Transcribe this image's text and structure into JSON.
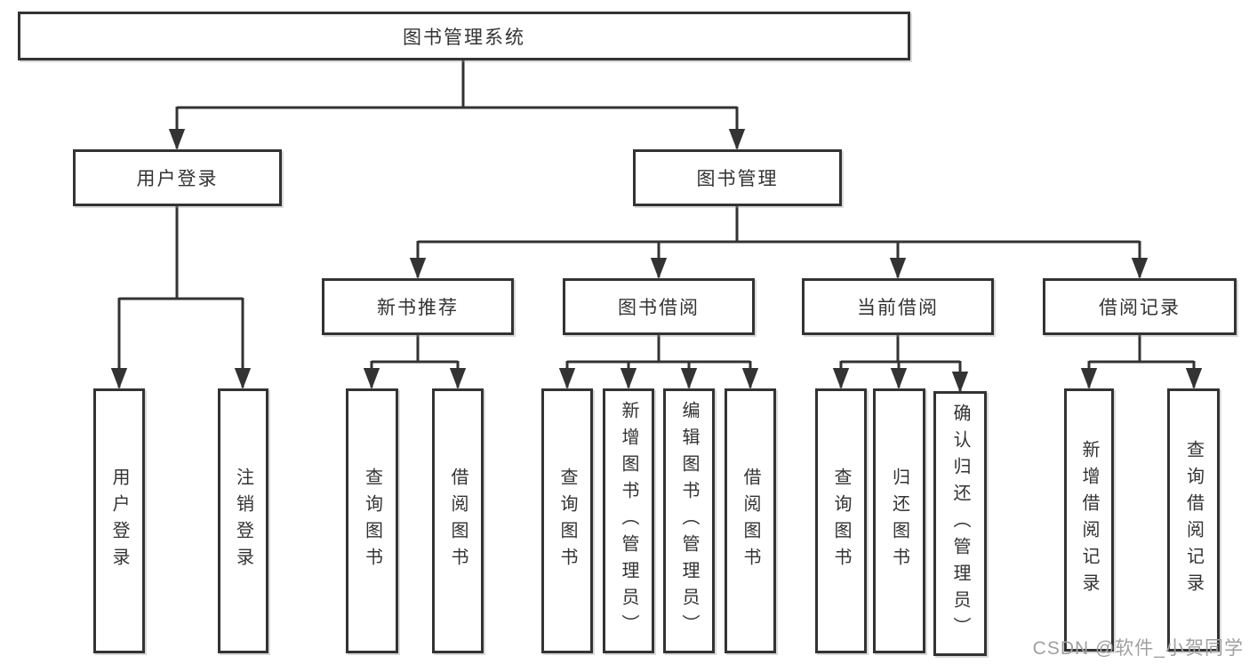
{
  "watermark": "CSDN @软件_小贺同学",
  "colors": {
    "line": "#333333",
    "text": "#333333",
    "box_background": "#ffffff",
    "watermark": "#a0a0a0",
    "background": "#ffffff"
  },
  "tree": {
    "label": "图书管理系统",
    "children": [
      {
        "label": "用户登录",
        "children": [
          {
            "label": "用户登录"
          },
          {
            "label": "注销登录"
          }
        ]
      },
      {
        "label": "图书管理",
        "children": [
          {
            "label": "新书推荐",
            "children": [
              {
                "label": "查询图书"
              },
              {
                "label": "借阅图书"
              }
            ]
          },
          {
            "label": "图书借阅",
            "children": [
              {
                "label": "查询图书"
              },
              {
                "label": "新增图书（管理员）"
              },
              {
                "label": "编辑图书（管理员）"
              },
              {
                "label": "借阅图书"
              }
            ]
          },
          {
            "label": "当前借阅",
            "children": [
              {
                "label": "查询图书"
              },
              {
                "label": "归还图书"
              },
              {
                "label": "确认归还（管理员）"
              }
            ]
          },
          {
            "label": "借阅记录",
            "children": [
              {
                "label": "新增借阅记录"
              },
              {
                "label": "查询借阅记录"
              }
            ]
          }
        ]
      }
    ]
  }
}
